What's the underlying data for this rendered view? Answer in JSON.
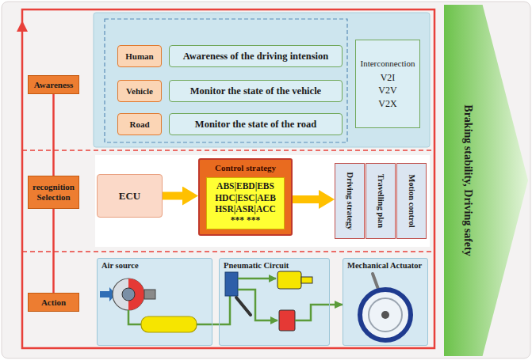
{
  "diagram": {
    "nodes": [
      {
        "text": [
          "Awareness"
        ]
      },
      {
        "text": [
          "recognition Selection"
        ]
      },
      {
        "text": [
          "Action"
        ]
      },
      {
        "text": [
          "Human"
        ]
      },
      {
        "text": [
          "Awareness of the driving intension"
        ]
      },
      {
        "text": [
          "Vehicle"
        ]
      },
      {
        "text": [
          "Monitor the state of the vehicle"
        ]
      },
      {
        "text": [
          "Road"
        ]
      },
      {
        "text": [
          "Monitor the state of the road"
        ]
      },
      {
        "text": [
          "Interconnection",
          "V2I V2V V2X"
        ]
      },
      {
        "text": [
          "ECU"
        ]
      },
      {
        "text": [
          "Control strategy"
        ]
      },
      {
        "text": [
          "ABS|EBD|EBS HDC|ESC|AEB HSR|ASR|ACC *** ***"
        ],
        "in": 11
      },
      {
        "text": [
          "Driving strategy"
        ]
      },
      {
        "text": [
          "Travelling plan"
        ]
      },
      {
        "text": [
          "Motion control"
        ]
      },
      {
        "text": [
          "Air source"
        ]
      },
      {
        "text": [
          "Pneumatic Circuit"
        ]
      },
      {
        "text": [
          "Mechanical Actuator"
        ]
      },
      {
        "text": [
          "Braking stability, Driving safety"
        ]
      }
    ],
    "edges": [
      {
        "from": 0,
        "to": 1,
        "arrow": "none"
      },
      {
        "from": 1,
        "to": 2,
        "arrow": "none"
      },
      {
        "from": 10,
        "to": 11,
        "arrow": "to"
      },
      {
        "from": 11,
        "to": 13,
        "arrow": "to"
      },
      {
        "from": 16,
        "to": 17,
        "arrow": "none"
      },
      {
        "from": 17,
        "to": 18,
        "arrow": "to"
      }
    ]
  }
}
